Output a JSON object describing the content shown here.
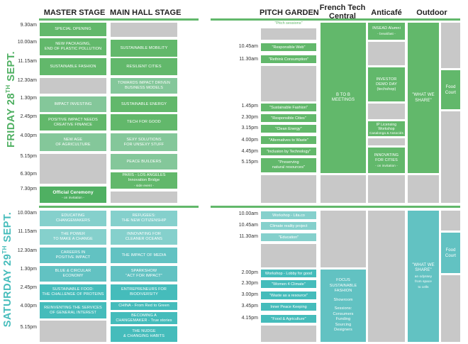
{
  "headers": {
    "master_stage": "MASTER STAGE",
    "main_hall_stage": "MAIN HALL STAGE",
    "pitch_garden": "PITCH GARDEN",
    "french_tech_central_l1": "French Tech",
    "french_tech_central_l2": "Central",
    "anticafe": "Anticafé",
    "outdoor": "Outdoor"
  },
  "days": {
    "friday_prefix": "FRIDAY 28",
    "friday_sup": "TH",
    "friday_suffix": " SEPT.",
    "saturday_prefix": "SATURDAY 29",
    "saturday_sup": "TH",
    "saturday_suffix": " SEPT."
  },
  "friday": {
    "times": [
      "9.30am",
      "10.00am",
      "11.15am",
      "12.30am",
      "1.30pm",
      "2.45pm",
      "4.00pm",
      "5.15pm",
      "6.30pm",
      "7.30pm"
    ],
    "master": {
      "special_opening": "SPECIAL OPENING",
      "new_packaging_l1": "NEW PACKAGING,",
      "new_packaging_l2": "END OF PLASTIC POLLUTION",
      "sustainable_fashion": "SUSTAINABLE FASHION",
      "impact_investing": "IMPACT INVESTING",
      "positive_impact_l1": "POSITIVE IMPACT NEEDS",
      "positive_impact_l2": "CREATIVE FINANCE",
      "new_age_l1": "NEW AGE",
      "new_age_l2": "OF AGRICULTURE",
      "ceremony_l1": "Official Ceremony",
      "ceremony_l2": "- on invitation -"
    },
    "mainhall": {
      "sustainable_mobility": "SUSTAINABLE MOBILITY",
      "resilient_cities": "RESILIENT CITIES",
      "towards_l1": "TOWARDS IMPACT DRIVEN",
      "towards_l2": "BUSINESS MODELS",
      "sustainable_energy": "SUSTAINABLE ENERGY",
      "tech_for_good": "TECH FOR GOOD",
      "sexy_l1": "SEXY SOLUTIONS",
      "sexy_l2": "FOR UNSEXY STUFF",
      "peace_builders": "PEACE BUILDERS",
      "paris_l1": "PARIS - LOS ANGELES",
      "paris_l2": "Innovation Bridge",
      "paris_l3": "- side event -"
    },
    "pitch": {
      "sessions_label": "\"Pitch sessions\"",
      "times": [
        "10.45am",
        "11.30am",
        "1.45pm",
        "2.30pm",
        "3.15pm",
        "4.00pm",
        "4.45pm",
        "5.15pm"
      ],
      "responsible_web": "\"Responsible Web\"",
      "rethink_consumption": "\"Rethink Consumption\"",
      "sustainable_fashion": "\"Sustainable Fashion\"",
      "responsible_cities": "\"Responsible Cities\"",
      "clean_energy": "\"Clean Energy\"",
      "alternatives_to_waste": "\"Alternatives to Waste\"",
      "inclusion_by_technology": "\"Inclusion by Technology\"",
      "preserving_l1": "\"Preserving",
      "preserving_l2": "natural resources\""
    },
    "frenchtech": {
      "b_to_b_l1": "B TO B",
      "b_to_b_l2": "MEETINGS"
    },
    "anticafe": {
      "insead_l1": "INSEAD Alumni",
      "insead_l2": "- breakfast -",
      "investor_l1": "INVESTOR",
      "investor_l2": "DEMO DAY",
      "investor_l3": "(techshop)",
      "ip_l1": "IP Licensing",
      "ip_l2": "Workshop",
      "ip_l3": "Casalonga & Associés",
      "innovating_l1": "INNOVATING",
      "innovating_l2": "FOR CITIES",
      "innovating_l3": "- on invitation -"
    },
    "outdoor": {
      "what_we_share_l1": "\"WHAT WE",
      "what_we_share_l2": "SHARE\"",
      "food_court_l1": "Food",
      "food_court_l2": "Court"
    }
  },
  "saturday": {
    "times": [
      "10.00am",
      "11.15am",
      "12.30am",
      "1.30pm",
      "2.45pm",
      "4.00pm",
      "5.15pm"
    ],
    "master": {
      "educating_l1": "EDUCATING",
      "educating_l2": "CHANGEMAKERS",
      "power_l1": "THE POWER",
      "power_l2": "TO MAKE A CHANGE",
      "careers_l1": "CAREERS IN",
      "careers_l2": "POSITIVE IMPACT",
      "blue_l1": "BLUE & CIRCULAR",
      "blue_l2": "ECONOMY",
      "food_l1": "SUSTAINABLE FOOD:",
      "food_l2": "THE CHALLENGE OF PROTEINS",
      "reinventing_l1": "REINVENTING THE SERVICES",
      "reinventing_l2": "OF GENERAL INTEREST"
    },
    "mainhall": {
      "refugees_l1": "REFUGEES:",
      "refugees_l2": "THE NEW CITIZENSHIP",
      "innovating_l1": "INNOVATING FOR",
      "innovating_l2": "CLEANER OCEANS",
      "media": "THE IMPACT OF MEDIA",
      "sparkshow_l1": "SPARKSHOW",
      "sparkshow_l2": "\"ACT FOR IMPACT\"",
      "entrepreneurs_l1": "ENTREPRENEURS FOR",
      "entrepreneurs_l2": "BIODIVERSITY",
      "china": "CHINA - From Red to Green",
      "becoming_l1": "BECOMING A",
      "becoming_l2": "CHANGEMAKER - True stories",
      "nudge_l1": "THE NUDGE",
      "nudge_l2": "& CHANGING HABITS"
    },
    "pitch": {
      "times": [
        "10.00am",
        "10.45am",
        "11.30am",
        "2.00pm",
        "2.30pm",
        "3.00pm",
        "3.45pm",
        "4.15pm"
      ],
      "workshop_lita": "Workshop - Lita.co",
      "climate_reality": "Climate reality project",
      "education": "\"Education\"",
      "workshop_lobby": "Workshop - Lobby for good",
      "women4climate": "\"Women 4 Climate\"",
      "waste_resource": "\"Waste as a resource\"",
      "inner_peace": "Inner Peace Keeping",
      "food_agriculture": "\"Food & Agriculture\""
    },
    "frenchtech": {
      "focus_l1": "FOCUS",
      "focus_l2": "SUSTAINABLE",
      "focus_l3": "FASHION",
      "showroom": "Showroom",
      "sessions": "Sessions:",
      "consumers": "Consumers",
      "funding": "Funding",
      "sourcing": "Sourcing",
      "designers": "Designers"
    },
    "outdoor": {
      "what_we_share_l1": "\"WHAT WE",
      "what_we_share_l2": "SHARE\"",
      "odyssey_l1": "an odyssey",
      "odyssey_l2": "from space",
      "odyssey_l3": "to cells",
      "food_court_l1": "Food",
      "food_court_l2": "Court"
    }
  },
  "colors": {
    "green": "#62b86b",
    "green_light": "#84c79a",
    "teal": "#62c2c2",
    "teal_light": "#85d0cc",
    "grey": "#c8c8c8"
  }
}
